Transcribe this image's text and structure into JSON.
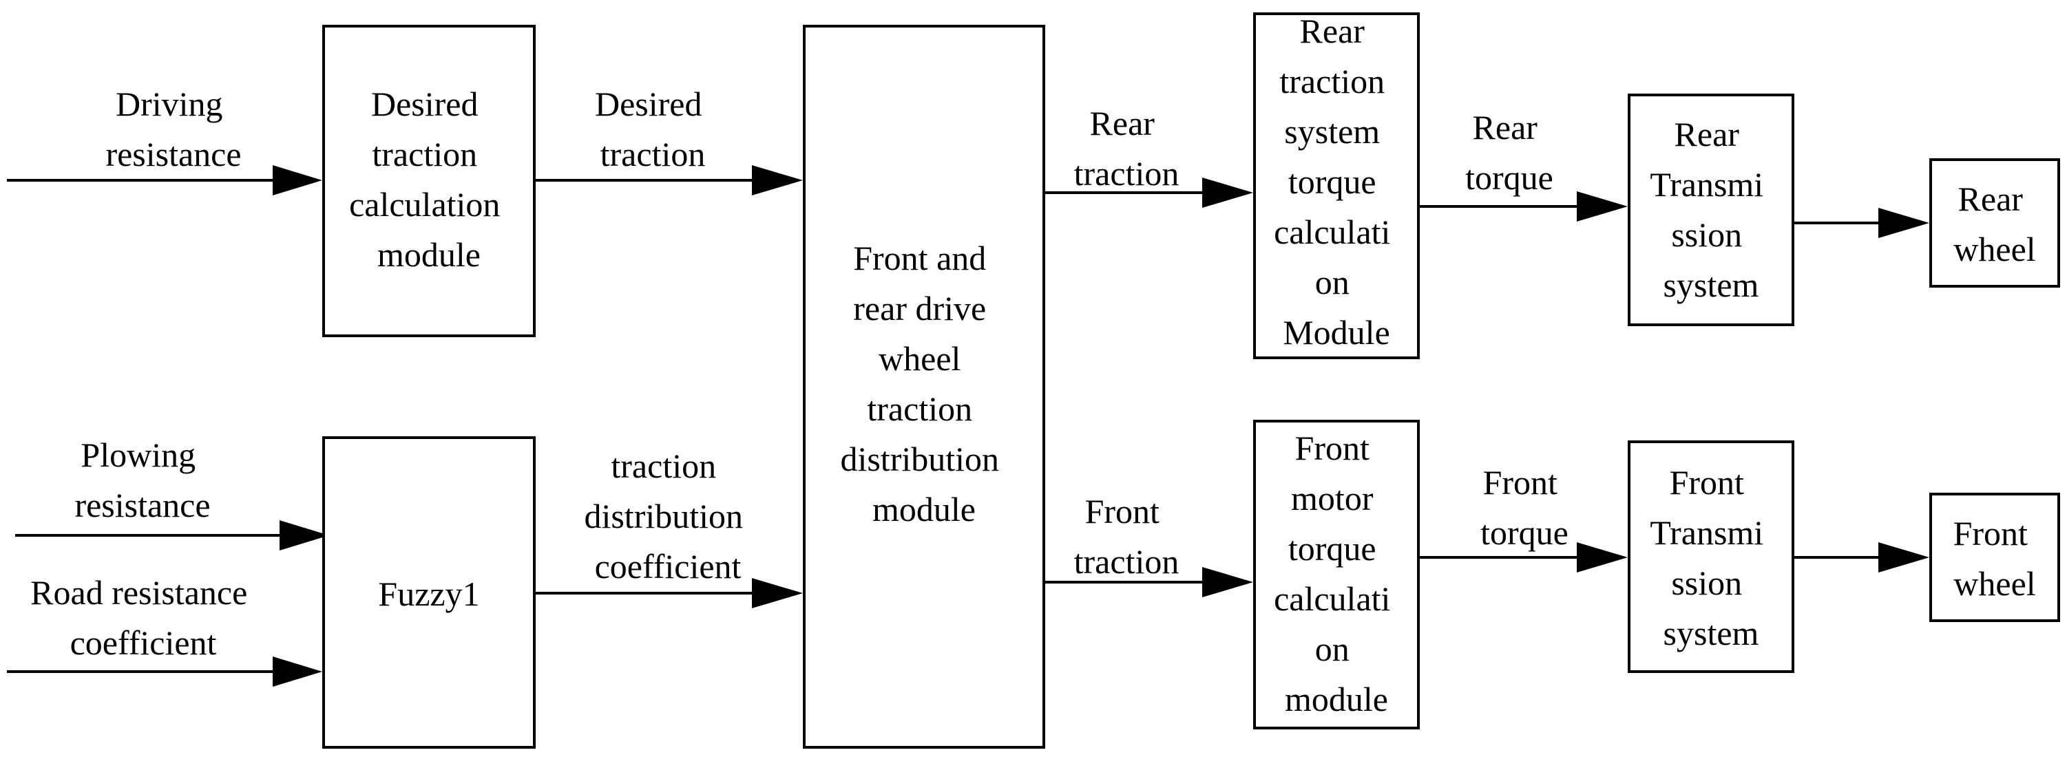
{
  "blocks": {
    "desired_calc": [
      "Desired",
      "traction",
      "calculation",
      "module"
    ],
    "fuzzy": [
      "Fuzzy1"
    ],
    "distribution": [
      "Front and",
      "rear drive",
      "wheel",
      "traction",
      "distribution",
      "module"
    ],
    "rear_torque_calc": [
      "Rear",
      "traction",
      "system",
      "torque",
      "calculati",
      "on",
      "Module"
    ],
    "front_torque_calc": [
      "Front",
      "motor",
      "torque",
      "calculati",
      "on",
      "module"
    ],
    "rear_transmission": [
      "Rear",
      "Transmi",
      "ssion",
      "system"
    ],
    "front_transmission": [
      "Front",
      "Transmi",
      "ssion",
      "system"
    ],
    "rear_wheel": [
      "Rear",
      "wheel"
    ],
    "front_wheel": [
      "Front",
      "wheel"
    ]
  },
  "signals": {
    "driving_resistance": [
      "Driving",
      "resistance"
    ],
    "plowing_resistance": [
      "Plowing",
      "resistance"
    ],
    "road_resistance": [
      "Road resistance",
      "coefficient"
    ],
    "desired_traction": [
      "Desired",
      "traction"
    ],
    "distribution_coefficient": [
      "traction",
      "distribution",
      "coefficient"
    ],
    "rear_traction": [
      "Rear",
      "traction"
    ],
    "front_traction": [
      "Front",
      "traction"
    ],
    "rear_torque": [
      "Rear",
      "torque"
    ],
    "front_torque": [
      "Front",
      "torque"
    ]
  }
}
